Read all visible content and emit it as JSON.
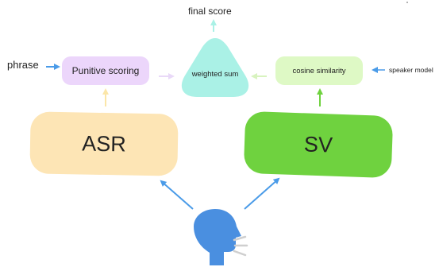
{
  "labels": {
    "final_score": "final score",
    "phrase": "phrase",
    "speaker_model": "speaker model",
    "punitive_scoring": "Punitive scoring",
    "weighted_sum": "weighted sum",
    "cosine_similarity": "cosine similarity",
    "asr": "ASR",
    "sv": "SV"
  },
  "colors": {
    "asr_box": "#fde5b5",
    "sv_box": "#6fd23f",
    "punitive_box": "#ecd6fb",
    "cosine_box": "#def9c5",
    "weighted_sum_shape": "#aaf1e6",
    "speaker_head": "#4a8fe0",
    "arrow_blue": "#4a9be8",
    "arrow_yellow": "#fbe6a8",
    "arrow_purple": "#e9d9f8",
    "arrow_green": "#6fd23f",
    "arrow_lightgreen": "#d8f3bf",
    "arrow_cyan": "#aaf1e6",
    "sound_lines": "#cfcfcf"
  },
  "icons": {
    "speaker": "speaking-head-icon"
  }
}
